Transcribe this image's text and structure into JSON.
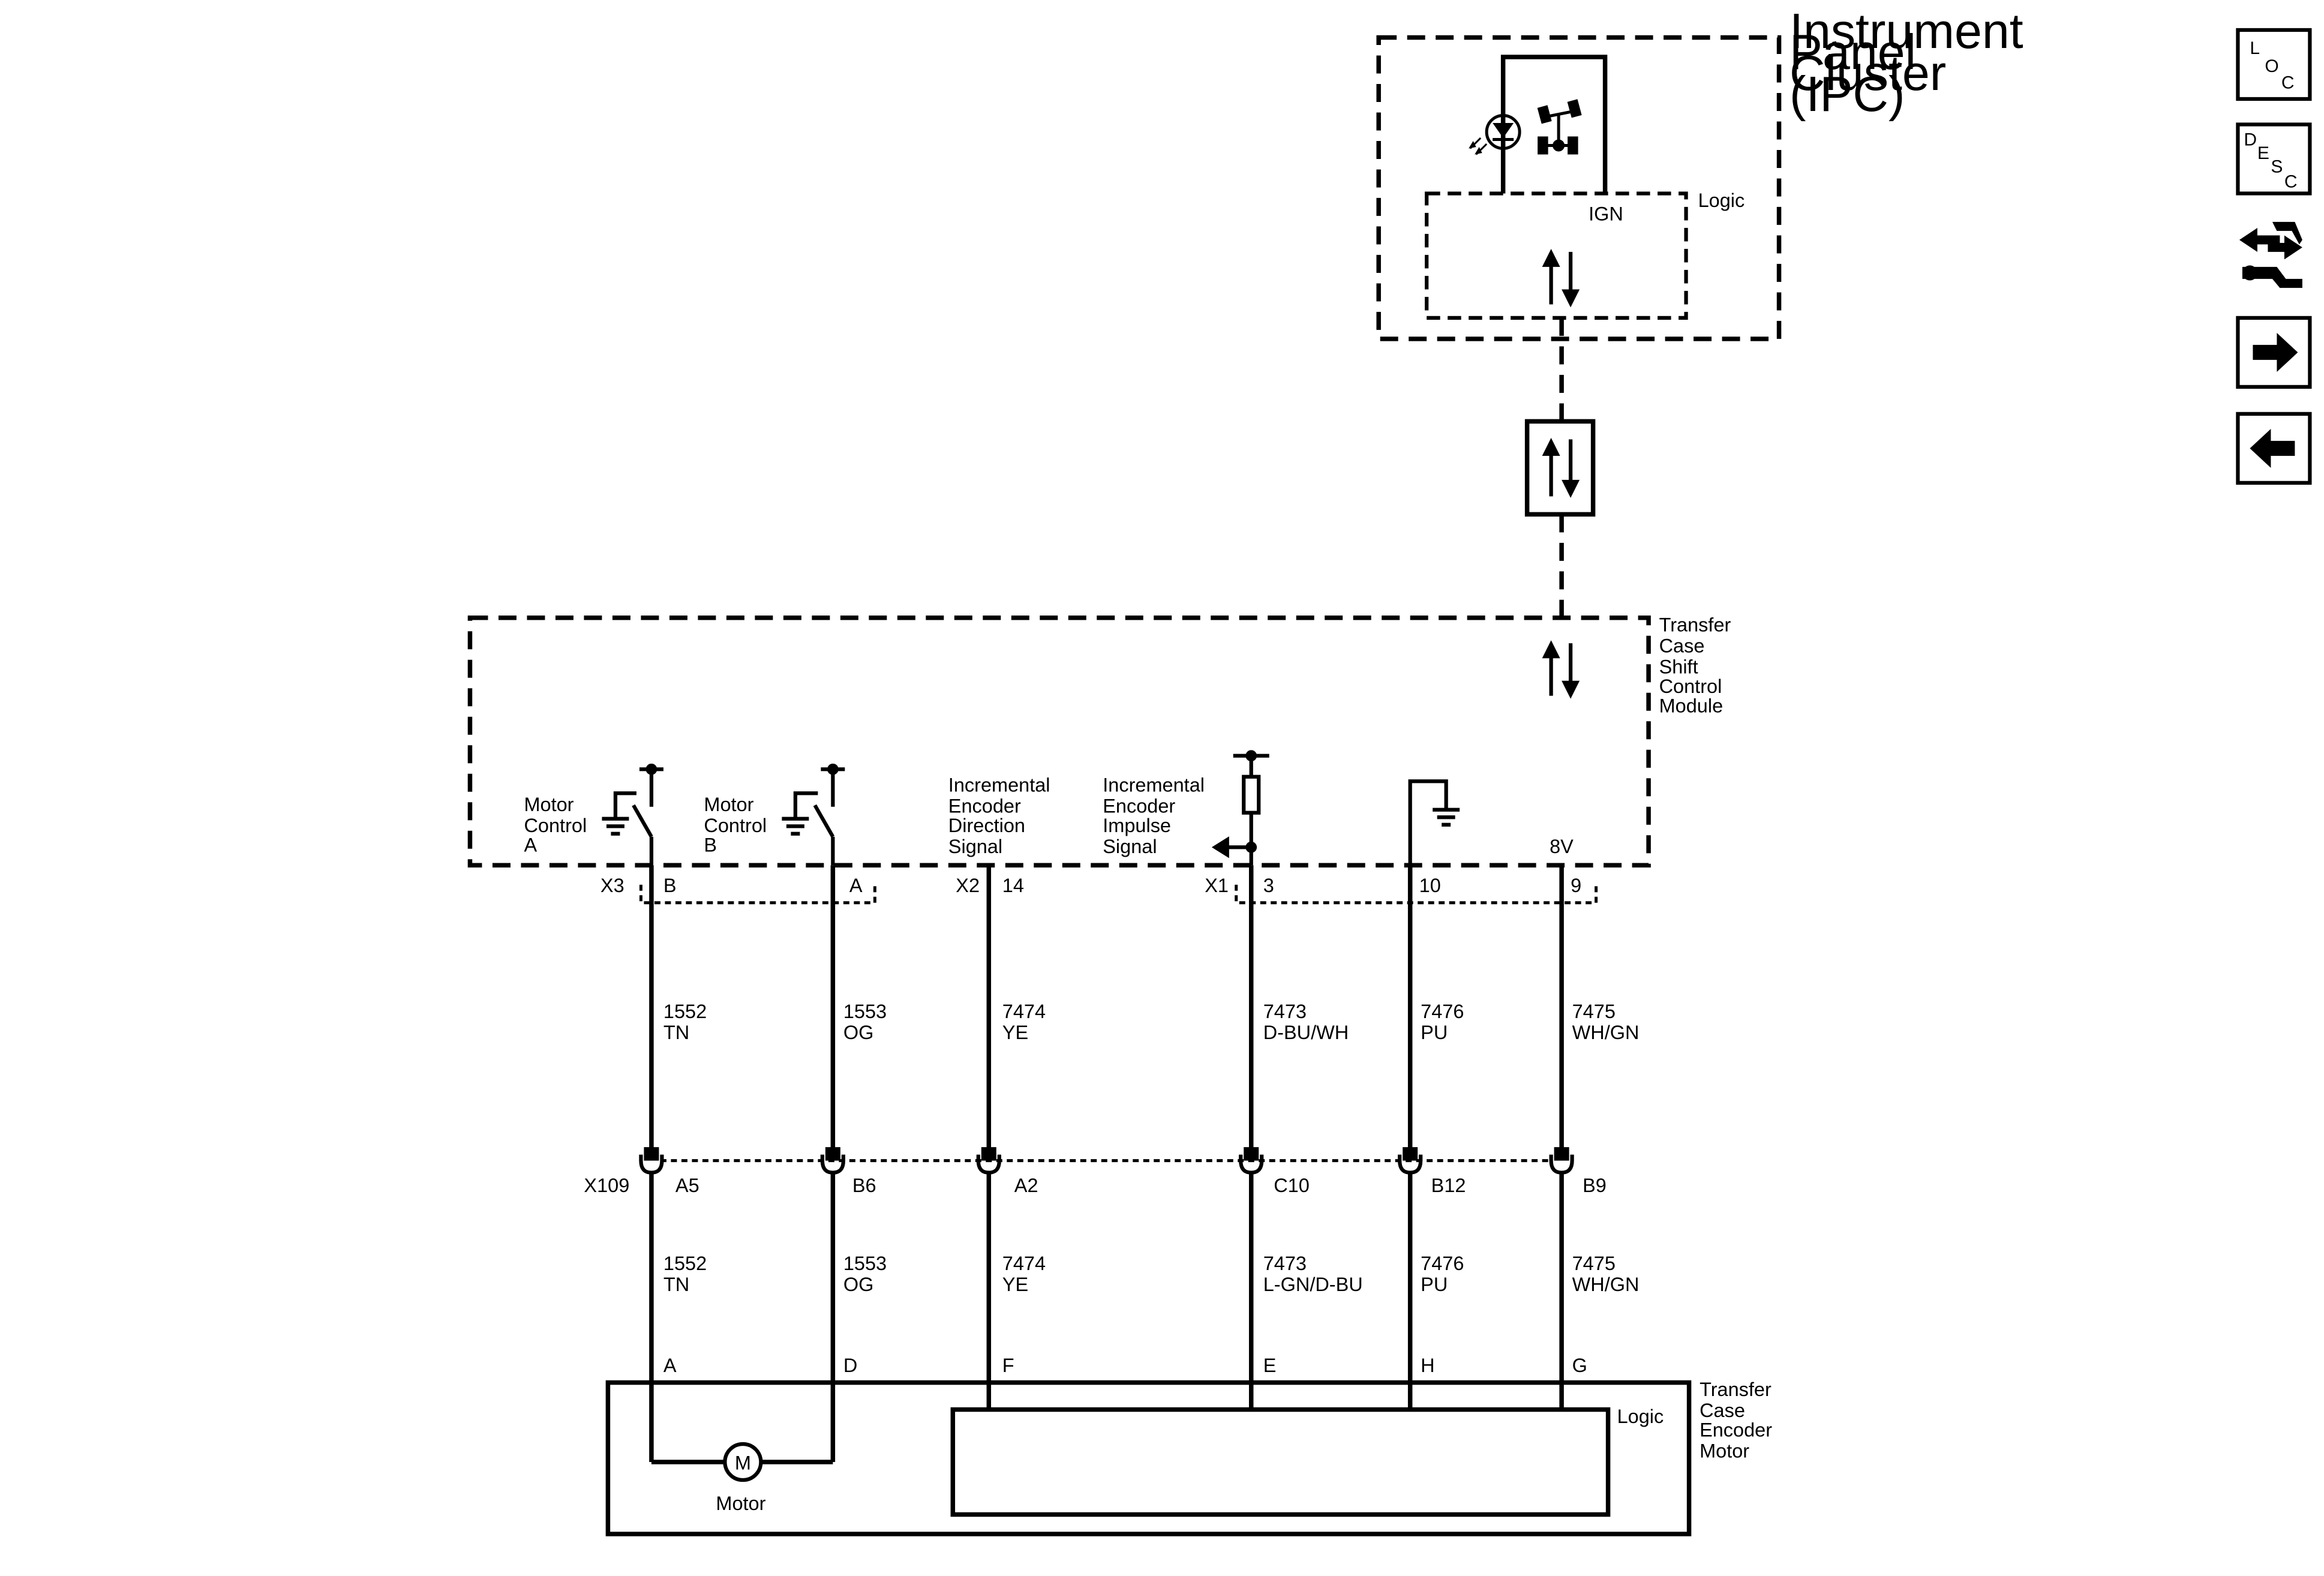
{
  "ipc": {
    "lines": [
      "Instrument",
      "Panel",
      "Cluster",
      "(IPC)"
    ],
    "logic": "Logic",
    "ign": "IGN"
  },
  "tcscm": {
    "lines": [
      "Transfer",
      "Case",
      "Shift",
      "Control",
      "Module"
    ]
  },
  "motor_encoder": {
    "lines": [
      "Transfer",
      "Case",
      "Encoder",
      "Motor"
    ],
    "logic": "Logic",
    "motor_label": "Motor",
    "motor_symbol": "M"
  },
  "module_labels": {
    "motor_a": [
      "Motor",
      "Control",
      "A"
    ],
    "motor_b": [
      "Motor",
      "Control",
      "B"
    ],
    "direction": [
      "Incremental",
      "Encoder",
      "Direction",
      "Signal"
    ],
    "impulse": [
      "Incremental",
      "Encoder",
      "Impulse",
      "Signal"
    ],
    "v8": "8V"
  },
  "connectors": {
    "x3": "X3",
    "x2": "X2",
    "x1": "X1",
    "x109": "X109"
  },
  "circuits": [
    {
      "pin_module": "B",
      "wire_upper": [
        "1552",
        "TN"
      ],
      "inline_pin": "A5",
      "wire_lower": [
        "1552",
        "TN"
      ],
      "pin_motor": "A"
    },
    {
      "pin_module": "A",
      "wire_upper": [
        "1553",
        "OG"
      ],
      "inline_pin": "B6",
      "wire_lower": [
        "1553",
        "OG"
      ],
      "pin_motor": "D"
    },
    {
      "pin_module": "14",
      "wire_upper": [
        "7474",
        "YE"
      ],
      "inline_pin": "A2",
      "wire_lower": [
        "7474",
        "YE"
      ],
      "pin_motor": "F"
    },
    {
      "pin_module": "3",
      "wire_upper": [
        "7473",
        "D-BU/WH"
      ],
      "inline_pin": "C10",
      "wire_lower": [
        "7473",
        "L-GN/D-BU"
      ],
      "pin_motor": "E"
    },
    {
      "pin_module": "10",
      "wire_upper": [
        "7476",
        "PU"
      ],
      "inline_pin": "B12",
      "wire_lower": [
        "7476",
        "PU"
      ],
      "pin_motor": "H"
    },
    {
      "pin_module": "9",
      "wire_upper": [
        "7475",
        "WH/GN"
      ],
      "inline_pin": "B9",
      "wire_lower": [
        "7475",
        "WH/GN"
      ],
      "pin_motor": "G"
    }
  ],
  "nav": {
    "loc": [
      "L",
      "O",
      "C"
    ],
    "desc": [
      "D",
      "E",
      "S",
      "C"
    ],
    "icons": [
      "diagnostic-icon",
      "next-arrow-icon",
      "previous-arrow-icon"
    ]
  }
}
